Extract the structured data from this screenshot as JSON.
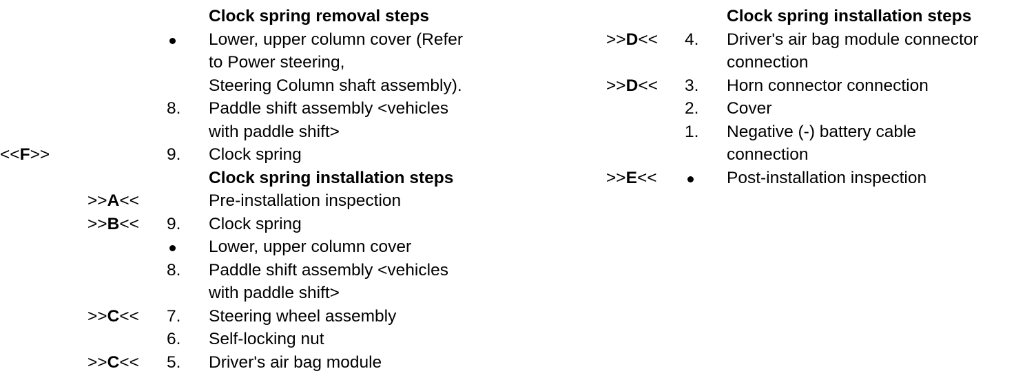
{
  "left": {
    "removal_heading": "Clock spring removal steps",
    "removal": [
      {
        "marker": "",
        "marker_bold": "",
        "marker_end": "",
        "num": "",
        "bullet": true,
        "text": "Lower, upper column cover (Refer"
      },
      {
        "marker": "",
        "marker_bold": "",
        "marker_end": "",
        "num": "",
        "bullet": false,
        "text": "to Power steering,"
      },
      {
        "marker": "",
        "marker_bold": "",
        "marker_end": "",
        "num": "",
        "bullet": false,
        "text": "Steering Column shaft  assembly)."
      },
      {
        "marker": "",
        "marker_bold": "",
        "marker_end": "",
        "num": "8.",
        "bullet": false,
        "text": "Paddle shift assembly <vehicles"
      },
      {
        "marker": "",
        "marker_bold": "",
        "marker_end": "",
        "num": "",
        "bullet": false,
        "text": "with paddle shift>"
      },
      {
        "marker": "<<",
        "marker_bold": "F",
        "marker_end": ">>",
        "num": "9.",
        "bullet": false,
        "text": "Clock spring"
      }
    ],
    "installation_heading": "Clock spring installation steps",
    "installation": [
      {
        "marker": ">>",
        "marker_bold": "A",
        "marker_end": "<<",
        "num": "",
        "bullet": false,
        "text": "Pre-installation inspection"
      },
      {
        "marker": ">>",
        "marker_bold": "B",
        "marker_end": "<<",
        "num": "9.",
        "bullet": false,
        "text": "Clock spring"
      },
      {
        "marker": "",
        "marker_bold": "",
        "marker_end": "",
        "num": "",
        "bullet": true,
        "text": "Lower, upper column cover"
      },
      {
        "marker": "",
        "marker_bold": "",
        "marker_end": "",
        "num": "8.",
        "bullet": false,
        "text": "Paddle shift assembly <vehicles"
      },
      {
        "marker": "",
        "marker_bold": "",
        "marker_end": "",
        "num": "",
        "bullet": false,
        "text": "with paddle shift>"
      },
      {
        "marker": ">>",
        "marker_bold": "C",
        "marker_end": "<<",
        "num": "7.",
        "bullet": false,
        "text": "Steering wheel assembly"
      },
      {
        "marker": "",
        "marker_bold": "",
        "marker_end": "",
        "num": "6.",
        "bullet": false,
        "text": "Self-locking nut"
      },
      {
        "marker": ">>",
        "marker_bold": "C",
        "marker_end": "<<",
        "num": "5.",
        "bullet": false,
        "text": "Driver's air bag module"
      }
    ]
  },
  "right": {
    "heading": "Clock spring installation steps",
    "items": [
      {
        "marker": ">>",
        "marker_bold": "D",
        "marker_end": "<<",
        "num": "4.",
        "bullet": false,
        "text": "Driver's air bag module connector"
      },
      {
        "marker": "",
        "marker_bold": "",
        "marker_end": "",
        "num": "",
        "bullet": false,
        "text": "connection"
      },
      {
        "marker": ">>",
        "marker_bold": "D",
        "marker_end": "<<",
        "num": "3.",
        "bullet": false,
        "text": "Horn connector connection"
      },
      {
        "marker": "",
        "marker_bold": "",
        "marker_end": "",
        "num": "2.",
        "bullet": false,
        "text": "Cover"
      },
      {
        "marker": "",
        "marker_bold": "",
        "marker_end": "",
        "num": "1.",
        "bullet": false,
        "text": "Negative (-) battery cable"
      },
      {
        "marker": "",
        "marker_bold": "",
        "marker_end": "",
        "num": "",
        "bullet": false,
        "text": "connection"
      },
      {
        "marker": ">>",
        "marker_bold": "E",
        "marker_end": "<<",
        "num": "",
        "bullet": true,
        "text": "Post-installation inspection"
      }
    ]
  }
}
